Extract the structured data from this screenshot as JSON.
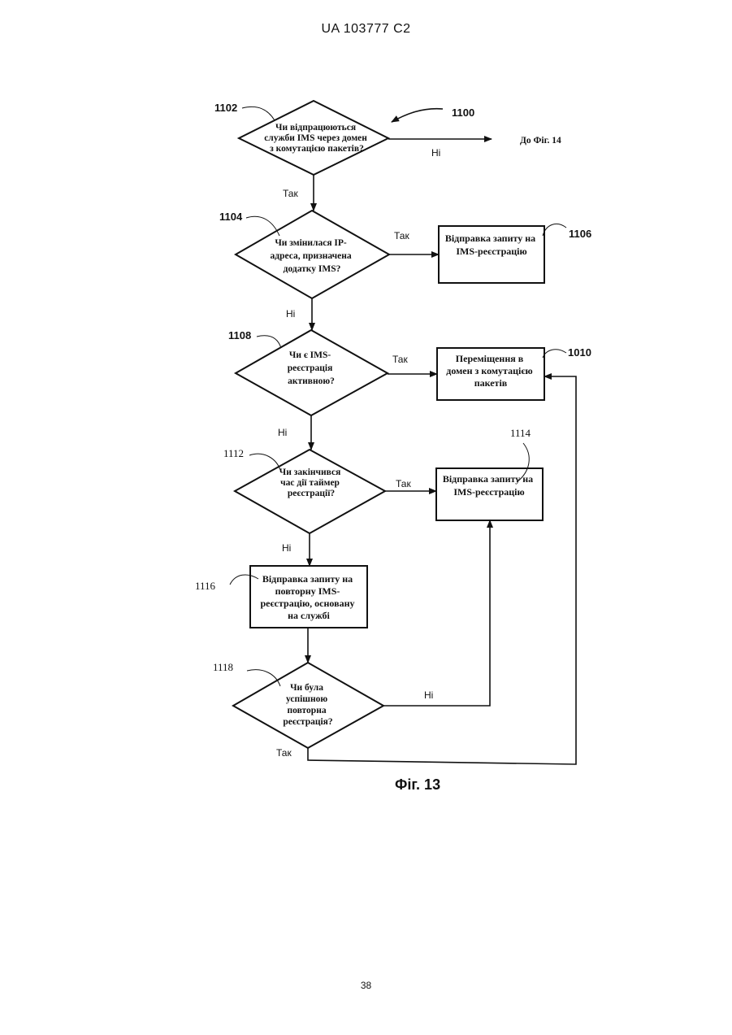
{
  "header": {
    "doc_id": "UA   103777   C2"
  },
  "page_number": "38",
  "figure": {
    "ref": "1100",
    "caption": "Фіг. 13",
    "goto_label": "До Фіг. 14",
    "nodes": {
      "d1102": {
        "ref": "1102",
        "lines": [
          "Чи відпрацюються",
          "служби IMS через домен",
          "з комутацією пакетів?"
        ]
      },
      "d1104": {
        "ref": "1104",
        "lines": [
          "Чи змінилася IP-",
          "адреса, призначена",
          "додатку IMS?"
        ]
      },
      "b1106": {
        "ref": "1106",
        "lines": [
          "Відправка запиту на",
          "IMS-реєстрацію"
        ]
      },
      "d1108": {
        "ref": "1108",
        "lines": [
          "Чи є IMS-",
          "реєстрація",
          "активною?"
        ]
      },
      "b1010": {
        "ref": "1010",
        "lines": [
          "Переміщення в",
          "домен з комутацією",
          "пакетів"
        ]
      },
      "d1112": {
        "ref": "1112",
        "lines": [
          "Чи закінчився",
          "час дії таймер",
          "реєстрації?"
        ]
      },
      "b1114": {
        "ref": "1114",
        "lines": [
          "Відправка запиту на",
          "IMS-реєстрацію"
        ]
      },
      "b1116": {
        "ref": "1116",
        "lines": [
          "Відправка запиту на",
          "повторну IMS-",
          "реєстрацію, основану",
          "на службі"
        ]
      },
      "d1118": {
        "ref": "1118",
        "lines": [
          "Чи була",
          "успішною",
          "повторна",
          "реєстрація?"
        ]
      }
    },
    "edges": {
      "e1102_no": "Ні",
      "e1102_yes": "Так",
      "e1104_yes": "Так",
      "e1104_no": "Ні",
      "e1108_yes": "Так",
      "e1108_no": "Ні",
      "e1112_yes": "Так",
      "e1112_no": "Ні",
      "e1118_no": "Ні",
      "e1118_yes": "Так"
    }
  }
}
